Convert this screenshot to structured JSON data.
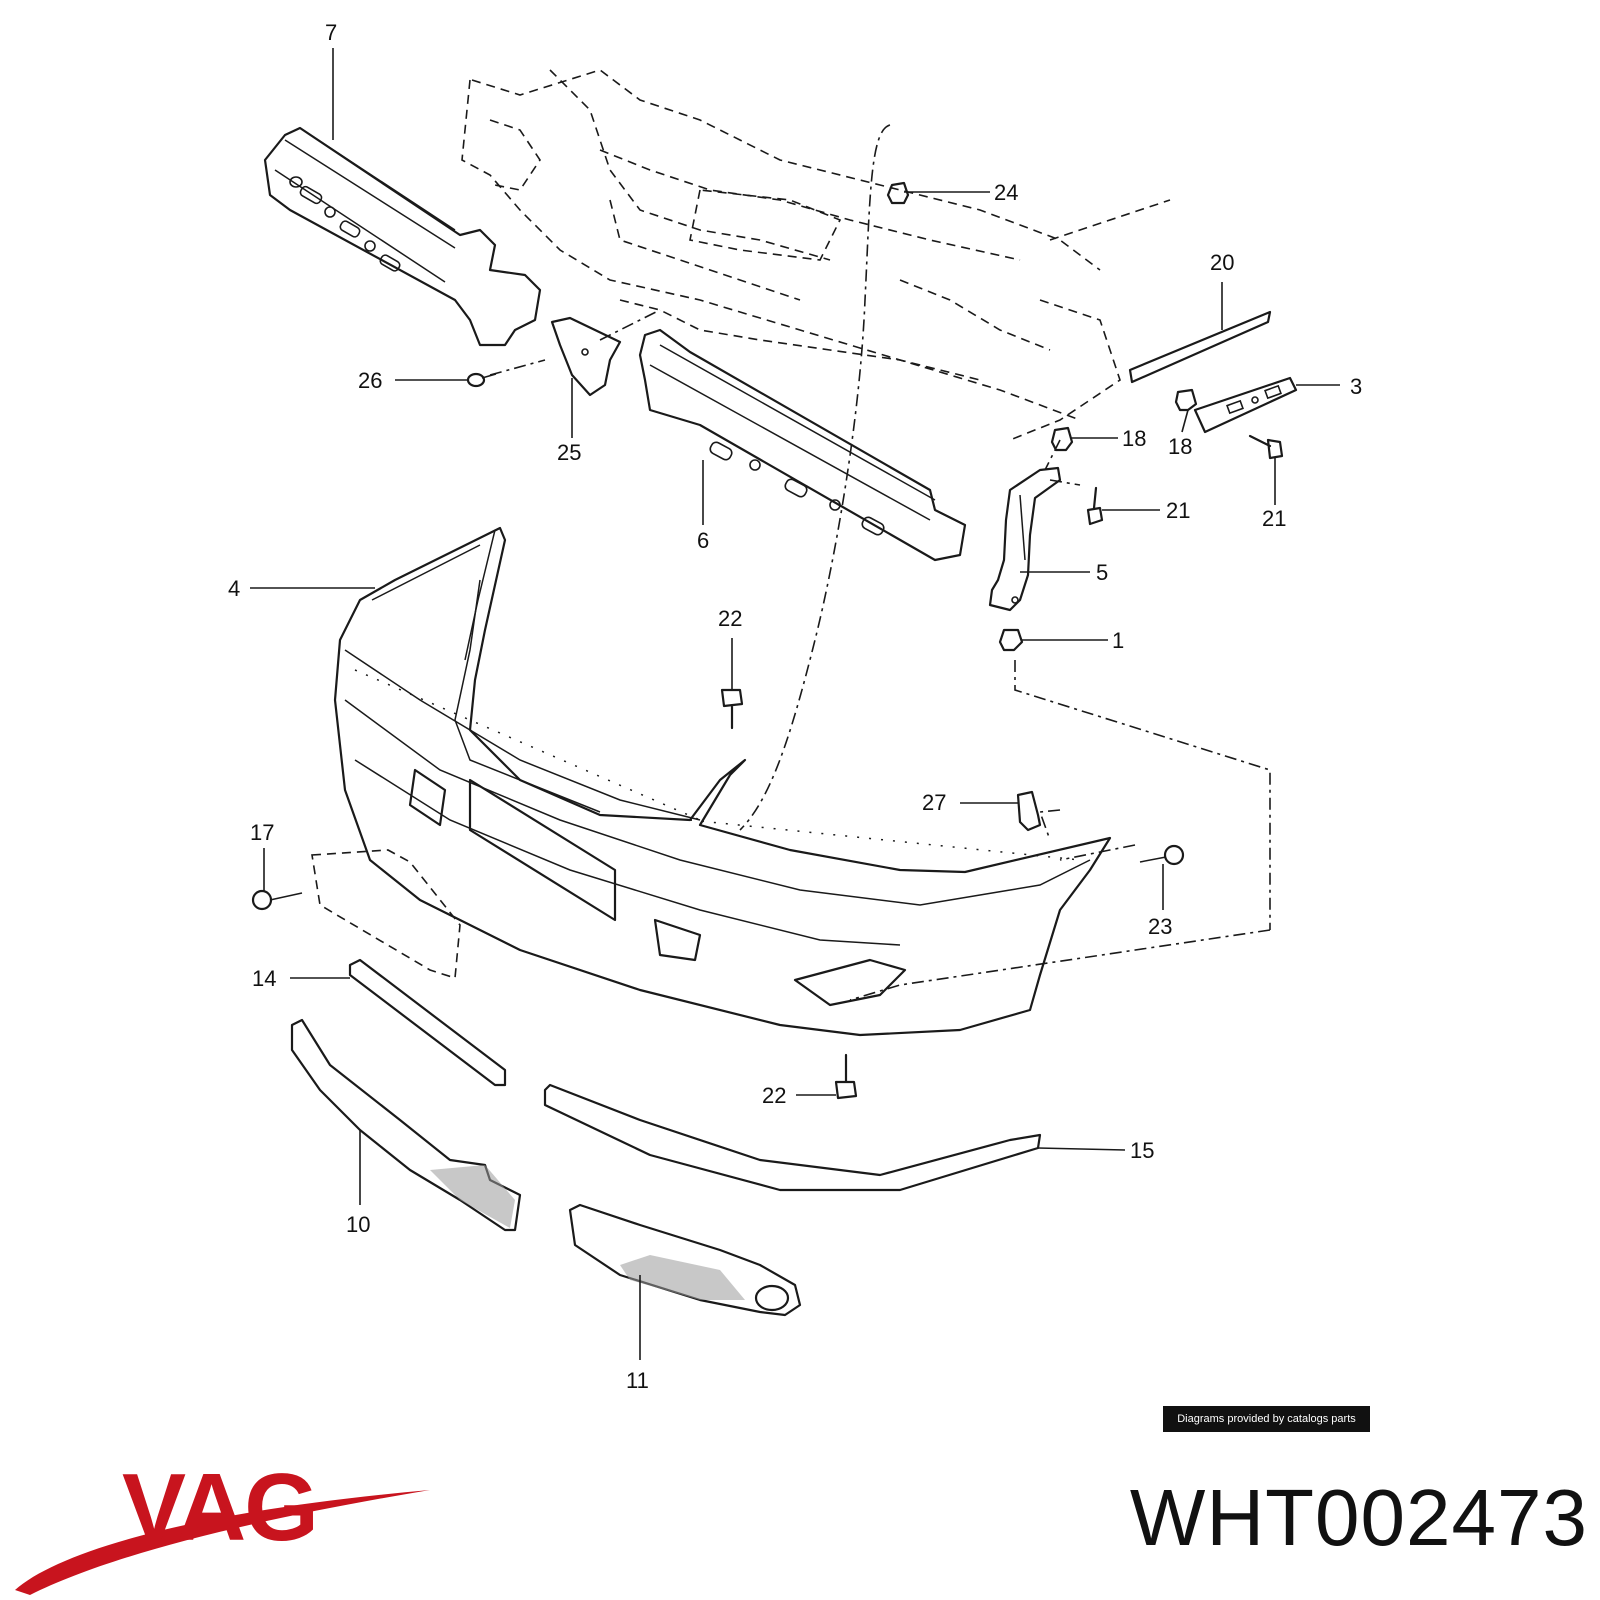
{
  "diagram": {
    "labels": [
      "7",
      "24",
      "20",
      "3",
      "26",
      "25",
      "6",
      "18",
      "18",
      "21",
      "21",
      "5",
      "4",
      "22",
      "1",
      "27",
      "17",
      "23",
      "14",
      "22",
      "15",
      "10",
      "11"
    ]
  },
  "credit": "Diagrams provided by catalogs parts",
  "brand": {
    "name": "VAG",
    "color": "#c8141e"
  },
  "part_number": "WHT002473"
}
